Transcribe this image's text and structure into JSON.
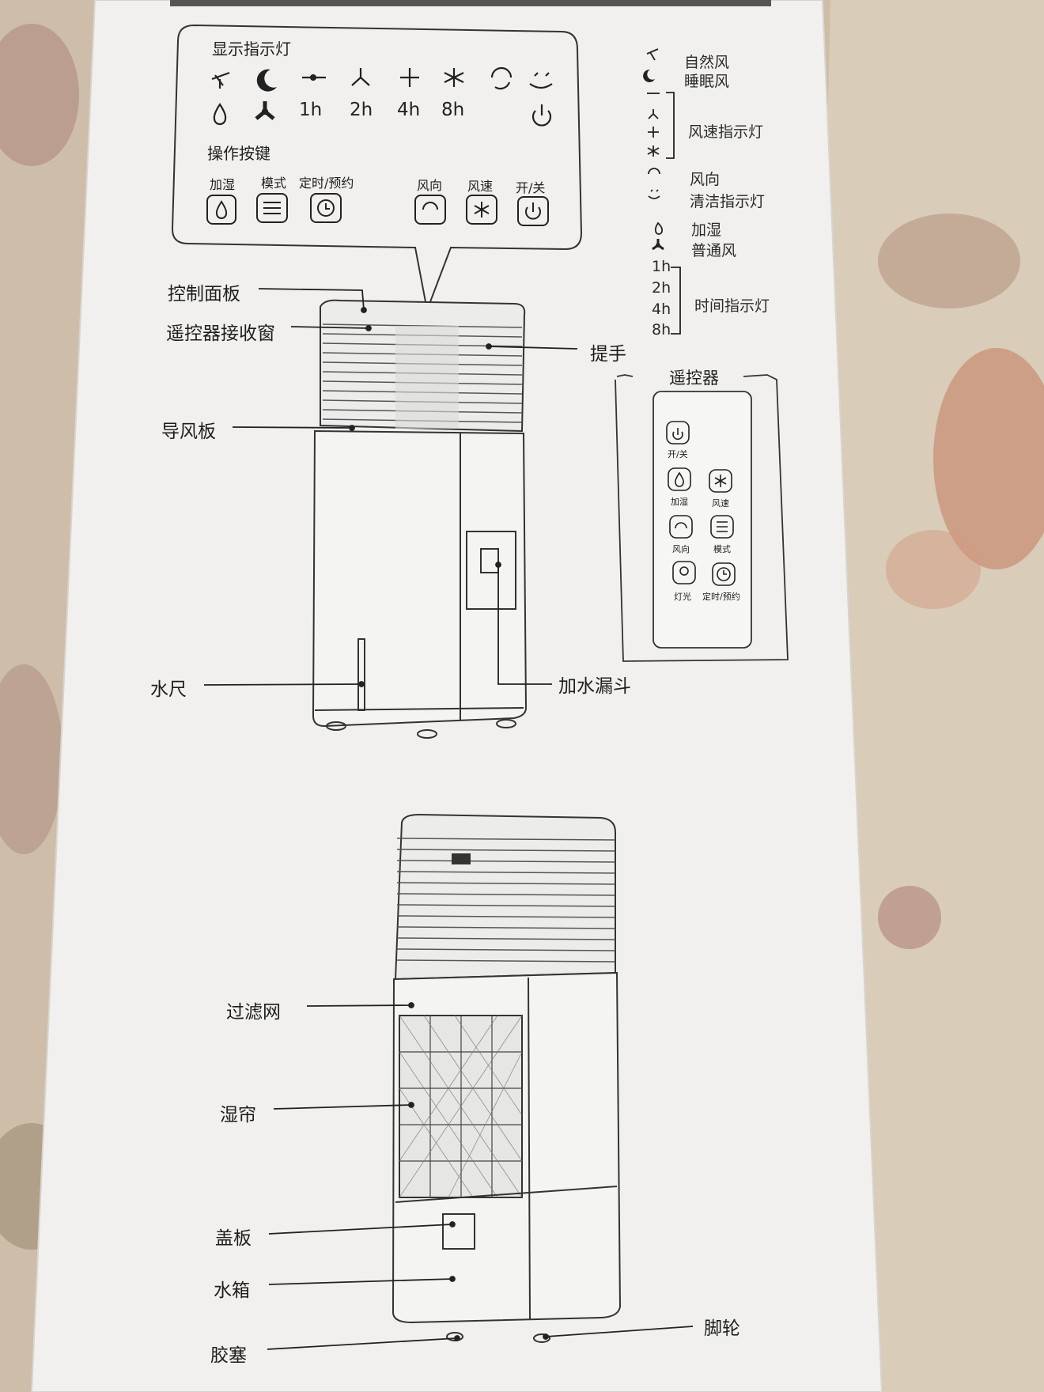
{
  "display_panel": {
    "title": "显示指示灯",
    "timers": [
      "1h",
      "2h",
      "4h",
      "8h"
    ],
    "icons": [
      "natural-wind-icon",
      "sleep-wind-icon",
      "speed-low-icon",
      "speed-mid-icon",
      "speed-high-icon",
      "speed-max-icon",
      "swing-icon",
      "clean-icon",
      "humidify-icon",
      "normal-wind-icon",
      "power-icon"
    ]
  },
  "operation_panel": {
    "title": "操作按键",
    "buttons": [
      "加湿",
      "模式",
      "定时/预约",
      "风向",
      "风速",
      "开/关"
    ]
  },
  "legend": {
    "natural": "自然风",
    "sleep": "睡眠风",
    "speed": "风速指示灯",
    "swing": "风向",
    "clean": "清洁指示灯",
    "humidify": "加湿",
    "normal": "普通风",
    "timers": [
      "1h",
      "2h",
      "4h",
      "8h"
    ],
    "timer_group": "时间指示灯"
  },
  "front_parts": {
    "control_panel": "控制面板",
    "remote_window": "遥控器接收窗",
    "handle": "提手",
    "louver": "导风板",
    "water_gauge": "水尺",
    "water_funnel": "加水漏斗"
  },
  "remote": {
    "title": "遥控器",
    "buttons": [
      "开/关",
      "加湿",
      "风速",
      "风向",
      "模式",
      "灯光",
      "定时/预约"
    ]
  },
  "back_parts": {
    "filter": "过滤网",
    "wet_curtain": "湿帘",
    "cover": "盖板",
    "water_tank": "水箱",
    "rubber_plug": "胶塞",
    "caster": "脚轮"
  }
}
